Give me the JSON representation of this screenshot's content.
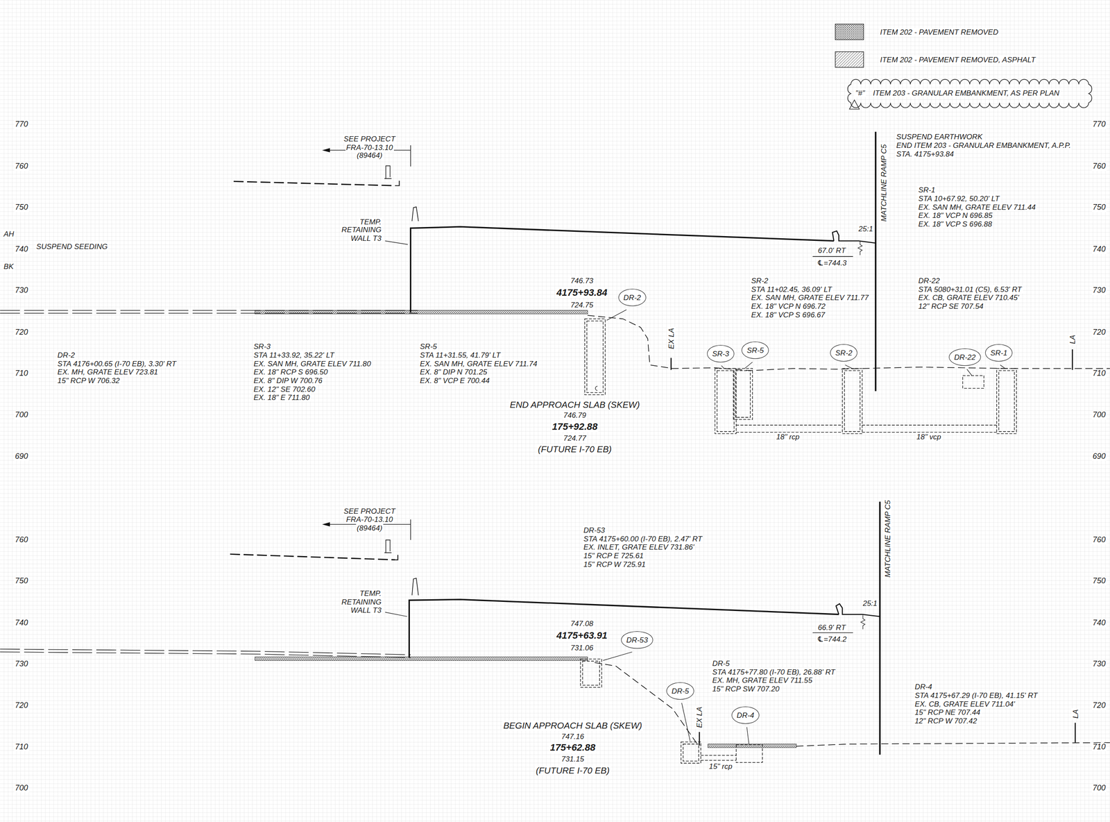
{
  "diagram": {
    "nodes": [
      {
        "text": [
          "DR-2"
        ]
      },
      {
        "text": [
          "SR-3"
        ]
      },
      {
        "text": [
          "SR-5"
        ]
      },
      {
        "text": [
          "SR-2"
        ]
      },
      {
        "text": [
          "DR-22"
        ]
      },
      {
        "text": [
          "SR-1"
        ]
      },
      {
        "text": [
          "DR-53"
        ]
      },
      {
        "text": [
          "DR-5"
        ]
      },
      {
        "text": [
          "DR-4"
        ]
      }
    ],
    "labels": [
      "\"#\"",
      "SEE PROJECT",
      "FRA-70-13.10",
      "(89464)",
      "SUSPEND SEEDING",
      "AH",
      "BK",
      "TEMP.",
      "RETAINING",
      "WALL T3",
      "746.73",
      "4175+93.84",
      "724.75",
      "SUSPEND EARTHWORK",
      "END ITEM 203 - GRANULAR EMBANKMENT, A.P.P.",
      "STA. 4175+93.84",
      "MATCHLINE RAMP C5",
      "SR-1",
      "STA 10+67.92, 50.20' LT",
      "EX. SAN MH, GRATE ELEV 711.44",
      "EX. 18\" VCP N 696.85",
      "EX. 18\" VCP S 696.88",
      "25:1",
      "67.0' RT",
      "℄=744.3",
      "SR-2",
      "STA 11+02.45, 36.09' LT",
      "EX. SAN MH, GRATE ELEV 711.77",
      "EX. 18\" VCP N 696.72",
      "EX. 18\" VCP S 696.67",
      "DR-22",
      "STA 5080+31.01 (C5), 6.53' RT",
      "EX. CB, GRATE ELEV 710.45'",
      "12\" RCP SE 707.54",
      "DR-2",
      "STA 4176+00.65 (I-70 EB), 3.30' RT",
      "EX. MH, GRATE ELEV 723.81",
      "15\" RCP W 706.32",
      "SR-3",
      "STA 11+33.92, 35.22' LT",
      "EX. SAN MH, GRATE ELEV 711.80",
      "EX. 18\" RCP S 696.50",
      "EX. 8\" DIP W 700.76",
      "EX. 12\" SE 702.60",
      "EX. 18\" E 711.80",
      "SR-5",
      "STA 11+31.55, 41.79' LT",
      "EX. SAN MH, GRATE ELEV 711.74",
      "EX. 8\" DIP N 701.25",
      "EX. 8\" VCP E 700.44",
      "EX LA",
      "END APPROACH SLAB (SKEW)",
      "746.79",
      "175+92.88",
      "724.77",
      "(FUTURE I-70 EB)",
      "LA",
      "18\" rcp",
      "18\" vcp",
      "770",
      "760",
      "750",
      "740",
      "730",
      "720",
      "710",
      "700",
      "690",
      "770",
      "760",
      "750",
      "740",
      "730",
      "720",
      "710",
      "700",
      "690",
      "SEE PROJECT",
      "FRA-70-13.10",
      "(89464)",
      "TEMP.",
      "RETAINING",
      "WALL T3",
      "DR-53",
      "STA 4175+60.00 (I-70 EB), 2.47' RT",
      "EX. INLET, GRATE ELEV 731.86'",
      "15\" RCP E 725.61",
      "15\" RCP W 725.91",
      "MATCHLINE RAMP C5",
      "25:1",
      "66.9' RT",
      "℄=744.2",
      "747.08",
      "4175+63.91",
      "731.06",
      "DR-5",
      "STA 4175+77.80 (I-70 EB), 26.88' RT",
      "EX. MH, GRATE ELEV 711.55",
      "15\" RCP SW 707.20",
      "DR-4",
      "STA 4175+67.29 (I-70 EB), 41.15' RT",
      "EX. CB, GRATE ELEV 711.04'",
      "15\" RCP NE 707.44",
      "12\" RCP W 707.42",
      "EX LA",
      "BEGIN APPROACH SLAB (SKEW)",
      "747.16",
      "175+62.88",
      "731.15",
      "(FUTURE I-70 EB)",
      "LA",
      "15\" rcp",
      "760",
      "750",
      "740",
      "730",
      "720",
      "710",
      "700",
      "760",
      "750",
      "740",
      "730",
      "720",
      "710",
      "700"
    ],
    "legend": [
      {
        "text": "ITEM 202 - PAVEMENT REMOVED"
      },
      {
        "text": "ITEM 202 - PAVEMENT REMOVED, ASPHALT"
      },
      {
        "text": "ITEM 203 - GRANULAR EMBANKMENT, AS PER PLAN"
      }
    ]
  }
}
